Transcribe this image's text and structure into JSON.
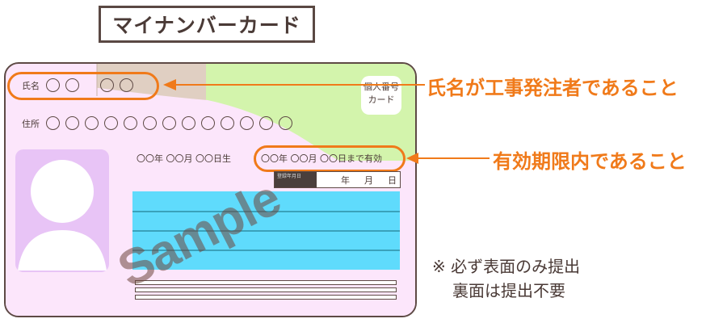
{
  "title": "マイナンバーカード",
  "card": {
    "name_label": "氏名",
    "name_placeholders": [
      "〇",
      "〇",
      "〇",
      "〇"
    ],
    "address_label": "住所",
    "address_placeholder_count": 13,
    "card_type_line1": "個人番号",
    "card_type_line2": "カード",
    "birth_date": "〇〇年 〇〇月 〇〇日生",
    "valid_until": "〇〇年 〇〇月 〇〇日まで有効",
    "issue_label": "登録年月日",
    "issue_year": "年",
    "issue_month": "月",
    "issue_day": "日",
    "watermark": "Sample"
  },
  "callouts": [
    {
      "label": "氏名が工事発注者であること"
    },
    {
      "label": "有効期限内であること"
    }
  ],
  "note": {
    "line1": "※ 必ず表面のみ提出",
    "line2": "裏面は提出不要"
  },
  "colors": {
    "accent": "#f07a1a",
    "card_bg": "#fce6fb",
    "green": "#d3f4ac",
    "tan": "#e0cfc2",
    "blue": "#5fdbfc",
    "photo": "#e8c4f6",
    "text": "#4a3a36"
  }
}
